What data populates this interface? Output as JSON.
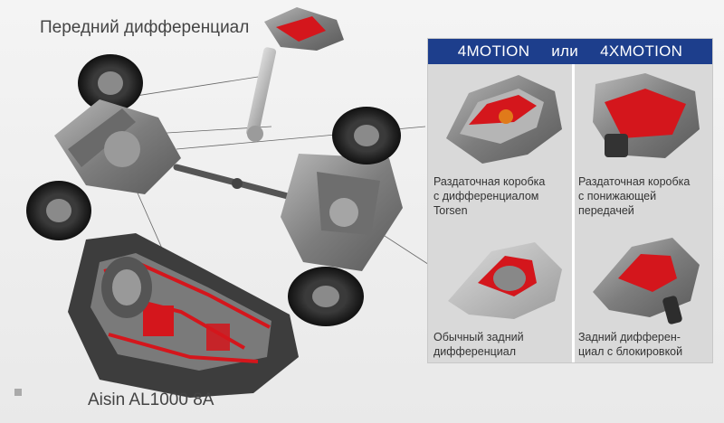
{
  "labels": {
    "front_diff": "Передний дифференциал",
    "transmission": "Aisin AL1000 8A"
  },
  "panel": {
    "option_a": "4MOTION",
    "or_word": "или",
    "option_b": "4XMOTION",
    "captions": {
      "torsen": [
        "Раздаточная коробка",
        "с дифференциалом",
        "Torsen"
      ],
      "low_range": [
        "Раздаточная коробка",
        "с понижающей",
        "передачей"
      ],
      "rear_std": [
        "Обычный задний",
        "дифференциал"
      ],
      "rear_lock": [
        "Задний дифферен-",
        "циал с блокировкой"
      ]
    }
  },
  "colors": {
    "header_blue": "#1d3e8c",
    "accent_red": "#d4161c",
    "panel_bg": "#d9d9d9"
  }
}
